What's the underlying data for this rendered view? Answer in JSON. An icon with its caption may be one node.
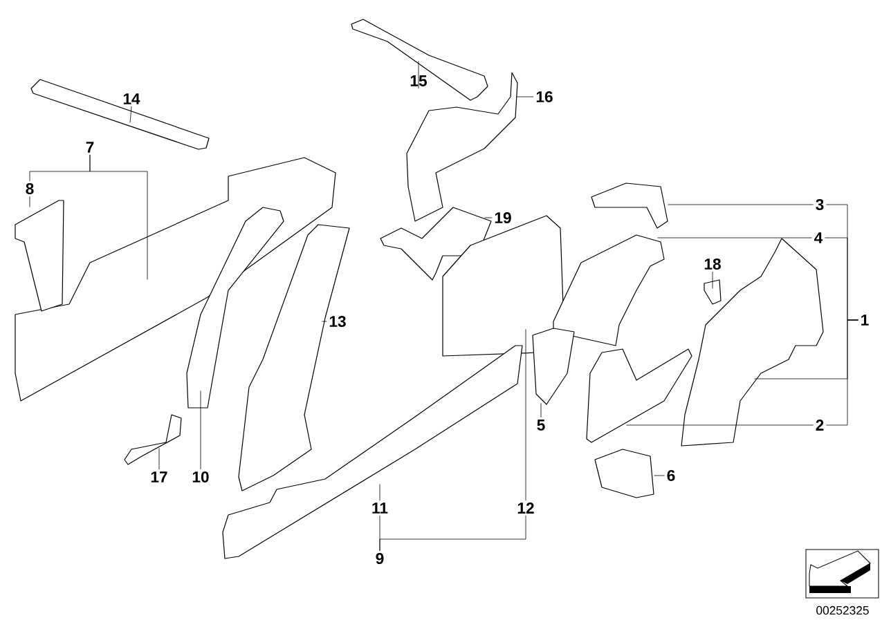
{
  "diagram": {
    "nodes": [
      {
        "text": [
          "1"
        ]
      },
      {
        "text": [
          "2"
        ]
      },
      {
        "text": [
          "3"
        ]
      },
      {
        "text": [
          "4"
        ]
      },
      {
        "text": [
          "5"
        ]
      },
      {
        "text": [
          "6"
        ]
      },
      {
        "text": [
          "7"
        ]
      },
      {
        "text": [
          "8"
        ]
      },
      {
        "text": [
          "9"
        ]
      },
      {
        "text": [
          "10"
        ]
      },
      {
        "text": [
          "11"
        ]
      },
      {
        "text": [
          "12"
        ]
      },
      {
        "text": [
          "13"
        ]
      },
      {
        "text": [
          "14"
        ]
      },
      {
        "text": [
          "15"
        ]
      },
      {
        "text": [
          "16"
        ]
      },
      {
        "text": [
          "17"
        ]
      },
      {
        "text": [
          "18"
        ]
      },
      {
        "text": [
          "19"
        ]
      },
      {
        "text": [],
        "shape": "picture"
      },
      {
        "text": [],
        "shape": "picture"
      },
      {
        "text": [],
        "shape": "picture"
      },
      {
        "text": [],
        "shape": "picture"
      },
      {
        "text": [],
        "shape": "picture"
      },
      {
        "text": [],
        "shape": "picture"
      },
      {
        "text": [],
        "shape": "picture"
      },
      {
        "text": [],
        "shape": "picture"
      },
      {
        "text": [],
        "shape": "picture"
      },
      {
        "text": [],
        "shape": "picture"
      },
      {
        "text": [],
        "shape": "picture"
      },
      {
        "text": [],
        "shape": "picture"
      },
      {
        "text": [],
        "shape": "picture"
      },
      {
        "text": [],
        "shape": "picture"
      },
      {
        "text": [],
        "shape": "picture"
      },
      {
        "text": [],
        "shape": "picture"
      },
      {
        "text": [],
        "shape": "picture"
      },
      {
        "text": [],
        "shape": "picture"
      }
    ],
    "edges": [
      {
        "from": 0,
        "to": 2,
        "arrow": "none"
      },
      {
        "from": 0,
        "to": 3,
        "arrow": "none"
      },
      {
        "from": 0,
        "to": 31,
        "arrow": "none"
      },
      {
        "from": 0,
        "to": 1,
        "arrow": "none"
      },
      {
        "from": 1,
        "to": 33,
        "arrow": "none"
      },
      {
        "from": 2,
        "to": 28,
        "arrow": "none"
      },
      {
        "from": 3,
        "to": 29,
        "arrow": "none"
      },
      {
        "from": 4,
        "to": 32,
        "arrow": "none"
      },
      {
        "from": 5,
        "to": 36,
        "arrow": "none"
      },
      {
        "from": 6,
        "to": 7,
        "arrow": "none"
      },
      {
        "from": 6,
        "to": 22,
        "arrow": "none"
      },
      {
        "from": 7,
        "to": 23,
        "arrow": "none"
      },
      {
        "from": 8,
        "to": 10,
        "arrow": "none"
      },
      {
        "from": 8,
        "to": 11,
        "arrow": "none"
      },
      {
        "from": 9,
        "to": 24,
        "arrow": "none"
      },
      {
        "from": 10,
        "to": 35,
        "arrow": "none"
      },
      {
        "from": 11,
        "to": 26,
        "arrow": "none"
      },
      {
        "from": 12,
        "to": 27,
        "arrow": "none"
      },
      {
        "from": 13,
        "to": 19,
        "arrow": "none"
      },
      {
        "from": 14,
        "to": 20,
        "arrow": "none"
      },
      {
        "from": 15,
        "to": 21,
        "arrow": "none"
      },
      {
        "from": 16,
        "to": 34,
        "arrow": "none"
      },
      {
        "from": 17,
        "to": 30,
        "arrow": "none"
      },
      {
        "from": 18,
        "to": 25,
        "arrow": "none"
      }
    ],
    "labels": [
      "00252325"
    ]
  }
}
